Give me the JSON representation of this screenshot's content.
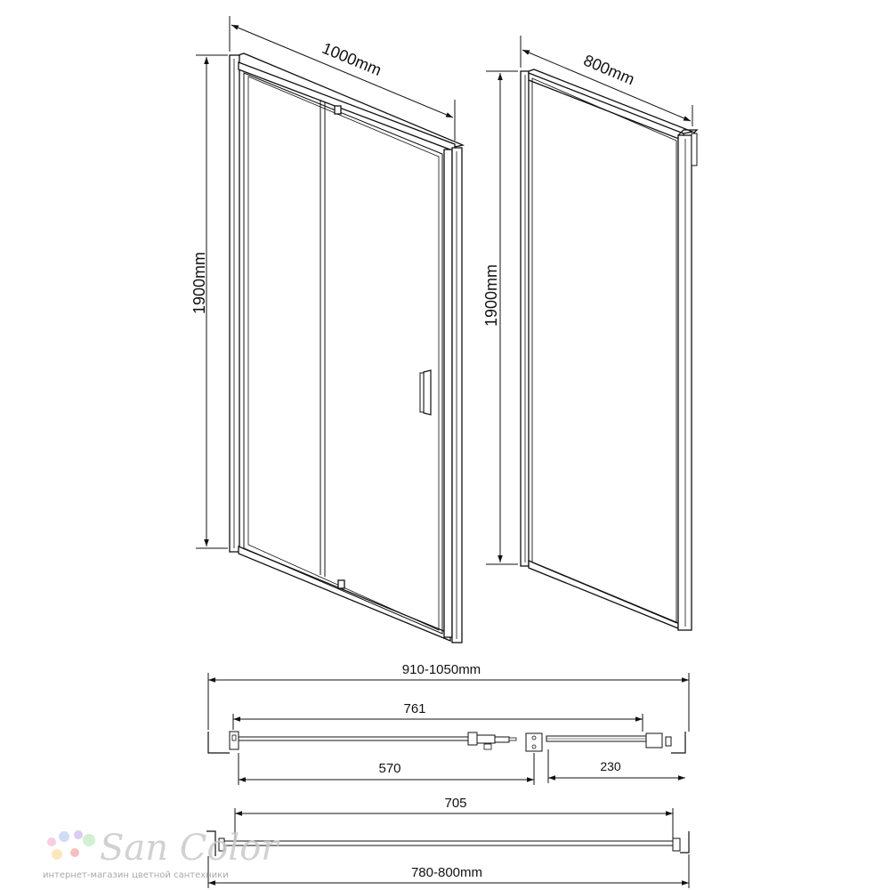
{
  "front_view": {
    "width_label": "1000mm",
    "height_label": "1900mm"
  },
  "side_view": {
    "width_label": "800mm",
    "height_label": "1900mm"
  },
  "plan_door": {
    "overall_label": "910-1050mm",
    "inner_label": "761",
    "door_label": "570",
    "fixed_label": "230"
  },
  "plan_panel": {
    "inner_label": "705",
    "overall_label": "780-800mm"
  },
  "watermark": {
    "brand": "San Color",
    "tagline": "интернет-магазин цветной сантехники",
    "dot_colors": [
      "#f7c6d9",
      "#c7d7f5",
      "#d3c3f0",
      "#c9eec9",
      "#fbe3b0",
      "#f5b6b6"
    ]
  }
}
